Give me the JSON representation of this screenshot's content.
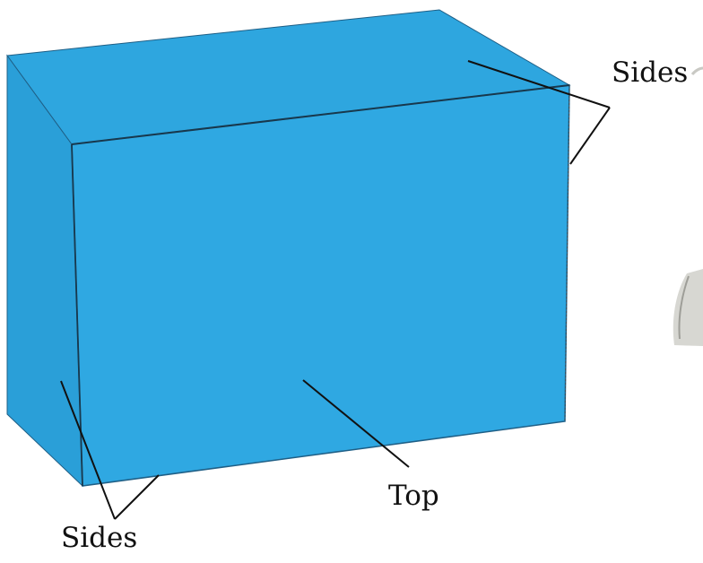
{
  "diagram": {
    "labels": {
      "sides_right": "Sides",
      "top": "Top",
      "sides_left": "Sides"
    },
    "colors": {
      "box_fill": "#2ea6df",
      "box_edge": "#1f5f86",
      "leader_line": "#111111",
      "background": "#ffffff"
    }
  }
}
